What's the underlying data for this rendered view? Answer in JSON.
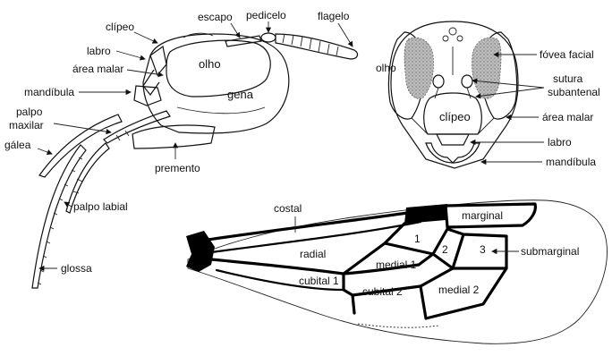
{
  "head_lateral": {
    "labels": {
      "clipeo": "clípeo",
      "escapo": "escapo",
      "pedicelo": "pedicelo",
      "flagelo": "flagelo",
      "labro": "labro",
      "area_malar": "área malar",
      "mandibula": "mandíbula",
      "olho": "olho",
      "gena": "gena",
      "palpo_maxilar_1": "palpo",
      "palpo_maxilar_2": "maxilar",
      "galea": "gálea",
      "premento": "premento",
      "palpo_labial": "palpo labial",
      "glossa": "glossa"
    }
  },
  "head_frontal": {
    "labels": {
      "olho": "olho",
      "fovea_facial": "fóvea facial",
      "sutura_1": "sutura",
      "sutura_2": "subantenal",
      "clipeo": "clípeo",
      "area_malar": "área malar",
      "labro": "labro",
      "mandibula": "mandíbula"
    }
  },
  "wing": {
    "labels": {
      "costal": "costal",
      "marginal": "marginal",
      "radial": "radial",
      "cell_1": "1",
      "cell_2": "2",
      "cell_3": "3",
      "submarginal": "submarginal",
      "medial_1": "medial 1",
      "cubital_1": "cubital 1",
      "cubital_2": "cubital 2",
      "medial_2": "medial 2"
    }
  }
}
